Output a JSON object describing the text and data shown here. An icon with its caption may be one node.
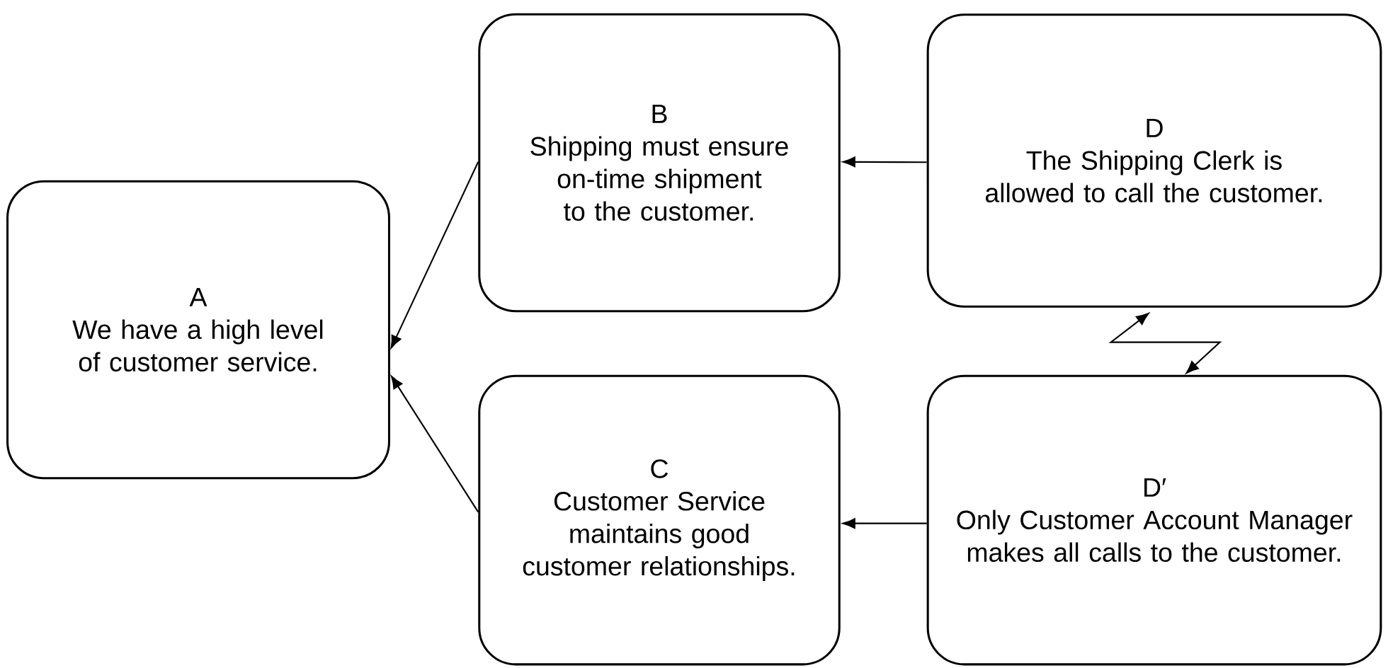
{
  "diagram": {
    "nodes": [
      {
        "text": [
          "A",
          "We have a high level of customer service."
        ]
      },
      {
        "text": [
          "B",
          "Shipping must ensure on-time shipment to the customer."
        ]
      },
      {
        "text": [
          "C",
          "Customer Service maintains good customer relationships."
        ]
      },
      {
        "text": [
          "D",
          "The Shipping Clerk is allowed to call the customer."
        ]
      },
      {
        "text": [
          "D′",
          "Only Customer Account Manager makes all calls to the customer."
        ]
      }
    ],
    "edges": [
      {
        "from": 1,
        "to": 0,
        "arrow": "to"
      },
      {
        "from": 2,
        "to": 0,
        "arrow": "to"
      },
      {
        "from": 3,
        "to": 1,
        "arrow": "to"
      },
      {
        "from": 4,
        "to": 2,
        "arrow": "to"
      },
      {
        "from": 4,
        "to": 3,
        "arrow": "both"
      }
    ]
  }
}
